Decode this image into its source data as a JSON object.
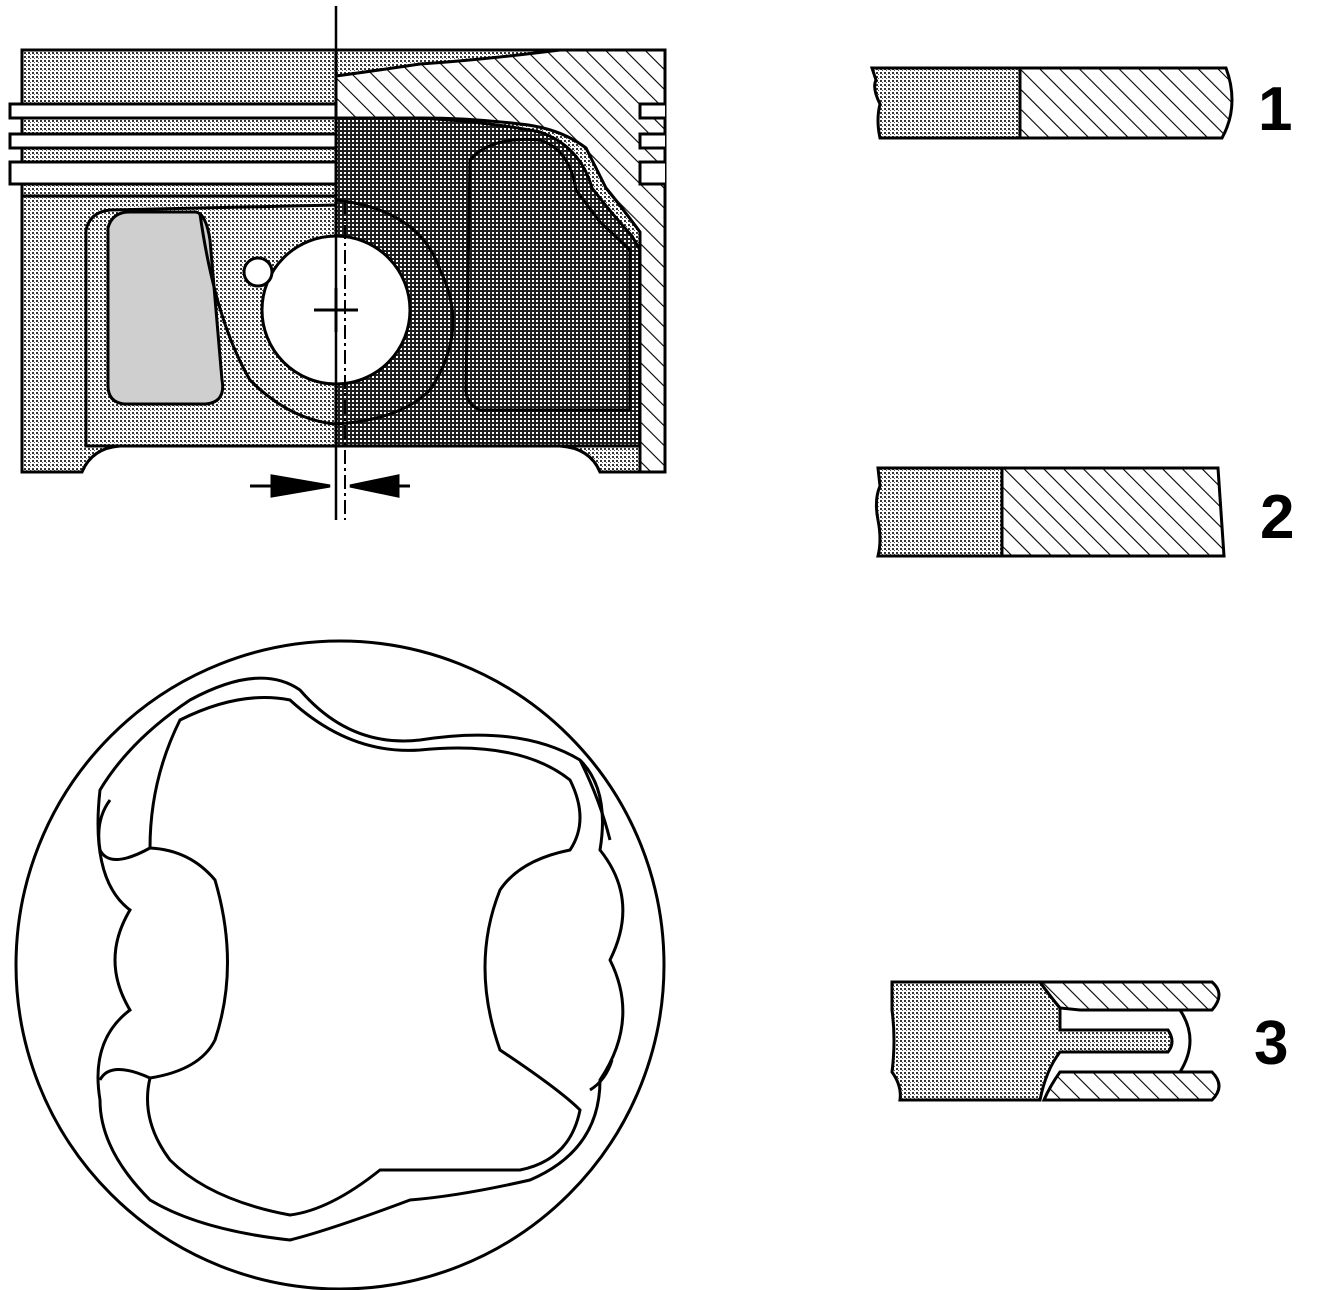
{
  "figure": {
    "callouts": [
      {
        "id": "1",
        "label": "1"
      },
      {
        "id": "2",
        "label": "2"
      },
      {
        "id": "3",
        "label": "3"
      }
    ]
  },
  "colors": {
    "line": "#000000",
    "background": "#ffffff",
    "light_stipple": "#bdbdbd",
    "dark_stipple": "#5a5a5a"
  },
  "parts": {
    "piston_section": "piston-section",
    "piston_top_view": "piston-crown-top-view",
    "rings": [
      "compression-ring-1",
      "compression-ring-2",
      "oil-control-ring-3"
    ]
  }
}
